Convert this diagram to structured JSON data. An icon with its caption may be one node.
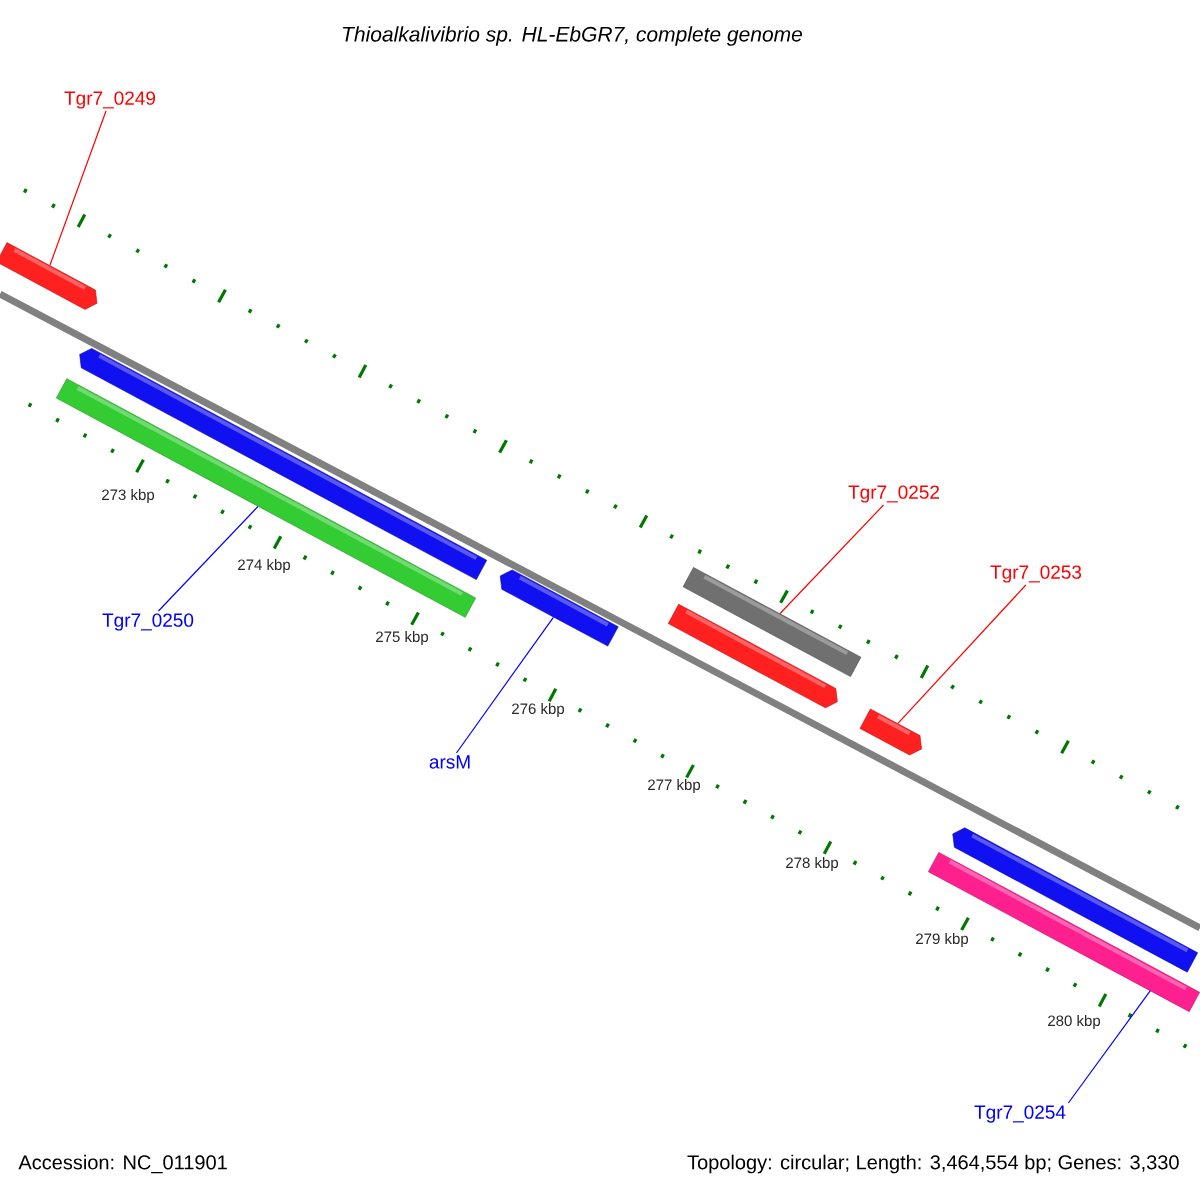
{
  "diagram": {
    "title": "Thioalkalivibrio sp. HL-EbGR7, complete genome",
    "nodes": [
      {
        "text": [
          "Tgr7_0249"
        ]
      },
      {
        "text": [],
        "shape": "bar"
      },
      {
        "text": [],
        "shape": "bar"
      },
      {
        "text": [],
        "shape": "bar"
      },
      {
        "text": [
          "Tgr7_0250"
        ]
      },
      {
        "text": [],
        "shape": "bar"
      },
      {
        "text": [
          "arsM"
        ]
      },
      {
        "text": [
          "Tgr7_0252"
        ]
      },
      {
        "text": [],
        "shape": "bar"
      },
      {
        "text": [],
        "shape": "bar"
      },
      {
        "text": [
          "Tgr7_0253"
        ]
      },
      {
        "text": [],
        "shape": "bar"
      },
      {
        "text": [],
        "shape": "bar"
      },
      {
        "text": [],
        "shape": "bar"
      },
      {
        "text": [
          "Tgr7_0254"
        ]
      }
    ],
    "edges": [
      {
        "from": 0,
        "to": 1,
        "arrow": "none",
        "color": "#ff0000"
      },
      {
        "from": 4,
        "to": 3,
        "arrow": "none",
        "color": "#0000ff"
      },
      {
        "from": 6,
        "to": 5,
        "arrow": "none",
        "color": "#0000ff"
      },
      {
        "from": 7,
        "to": 8,
        "arrow": "none",
        "color": "#ff0000"
      },
      {
        "from": 10,
        "to": 11,
        "arrow": "none",
        "color": "#ff0000"
      },
      {
        "from": 14,
        "to": 13,
        "arrow": "none",
        "color": "#0000ff"
      }
    ],
    "labels": [
      "273 kbp",
      "274 kbp",
      "275 kbp",
      "276 kbp",
      "277 kbp",
      "278 kbp",
      "279 kbp",
      "280 kbp",
      "Accession: NC_011901",
      "Topology: circular; Length: 3,464,554 bp; Genes: 3,330"
    ]
  }
}
